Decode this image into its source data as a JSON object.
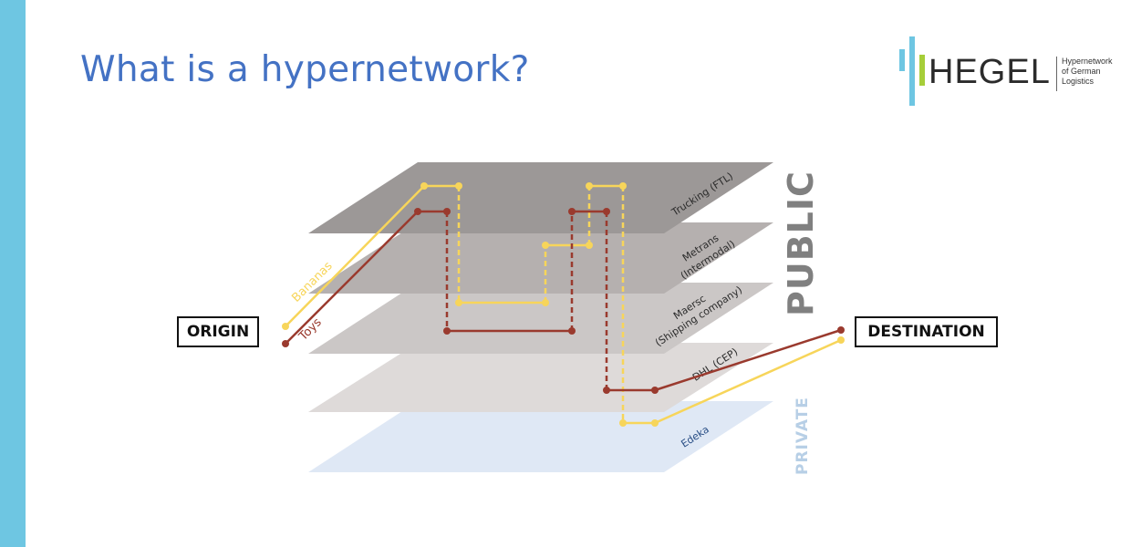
{
  "title": "What is a hypernetwork?",
  "logo": {
    "word": "HEGEL",
    "subtitle": [
      "Hypernetwork",
      "of German",
      "Logistics"
    ]
  },
  "labels": {
    "origin": "ORIGIN",
    "destination": "DESTINATION",
    "public": "PUBLIC",
    "private": "PRIVATE"
  },
  "layers": [
    {
      "name": "Trucking (FTL)"
    },
    {
      "name": "Metrans",
      "name2": "(Intermodal)"
    },
    {
      "name": "Maersc",
      "name2": "(Shipping company)"
    },
    {
      "name": "DHL  (CEP)"
    },
    {
      "name": "Edeka"
    }
  ],
  "routes": {
    "bananas": {
      "label": "Bananas",
      "color": "#f7d55a"
    },
    "toys": {
      "label": "Toys",
      "color": "#9a3a2e"
    }
  },
  "colors": {
    "accent": "#6ec6e2",
    "title": "#4472c4",
    "public_text": "#808080",
    "private_text": "#b7cfe6",
    "edeka_text": "#2a4f86"
  }
}
